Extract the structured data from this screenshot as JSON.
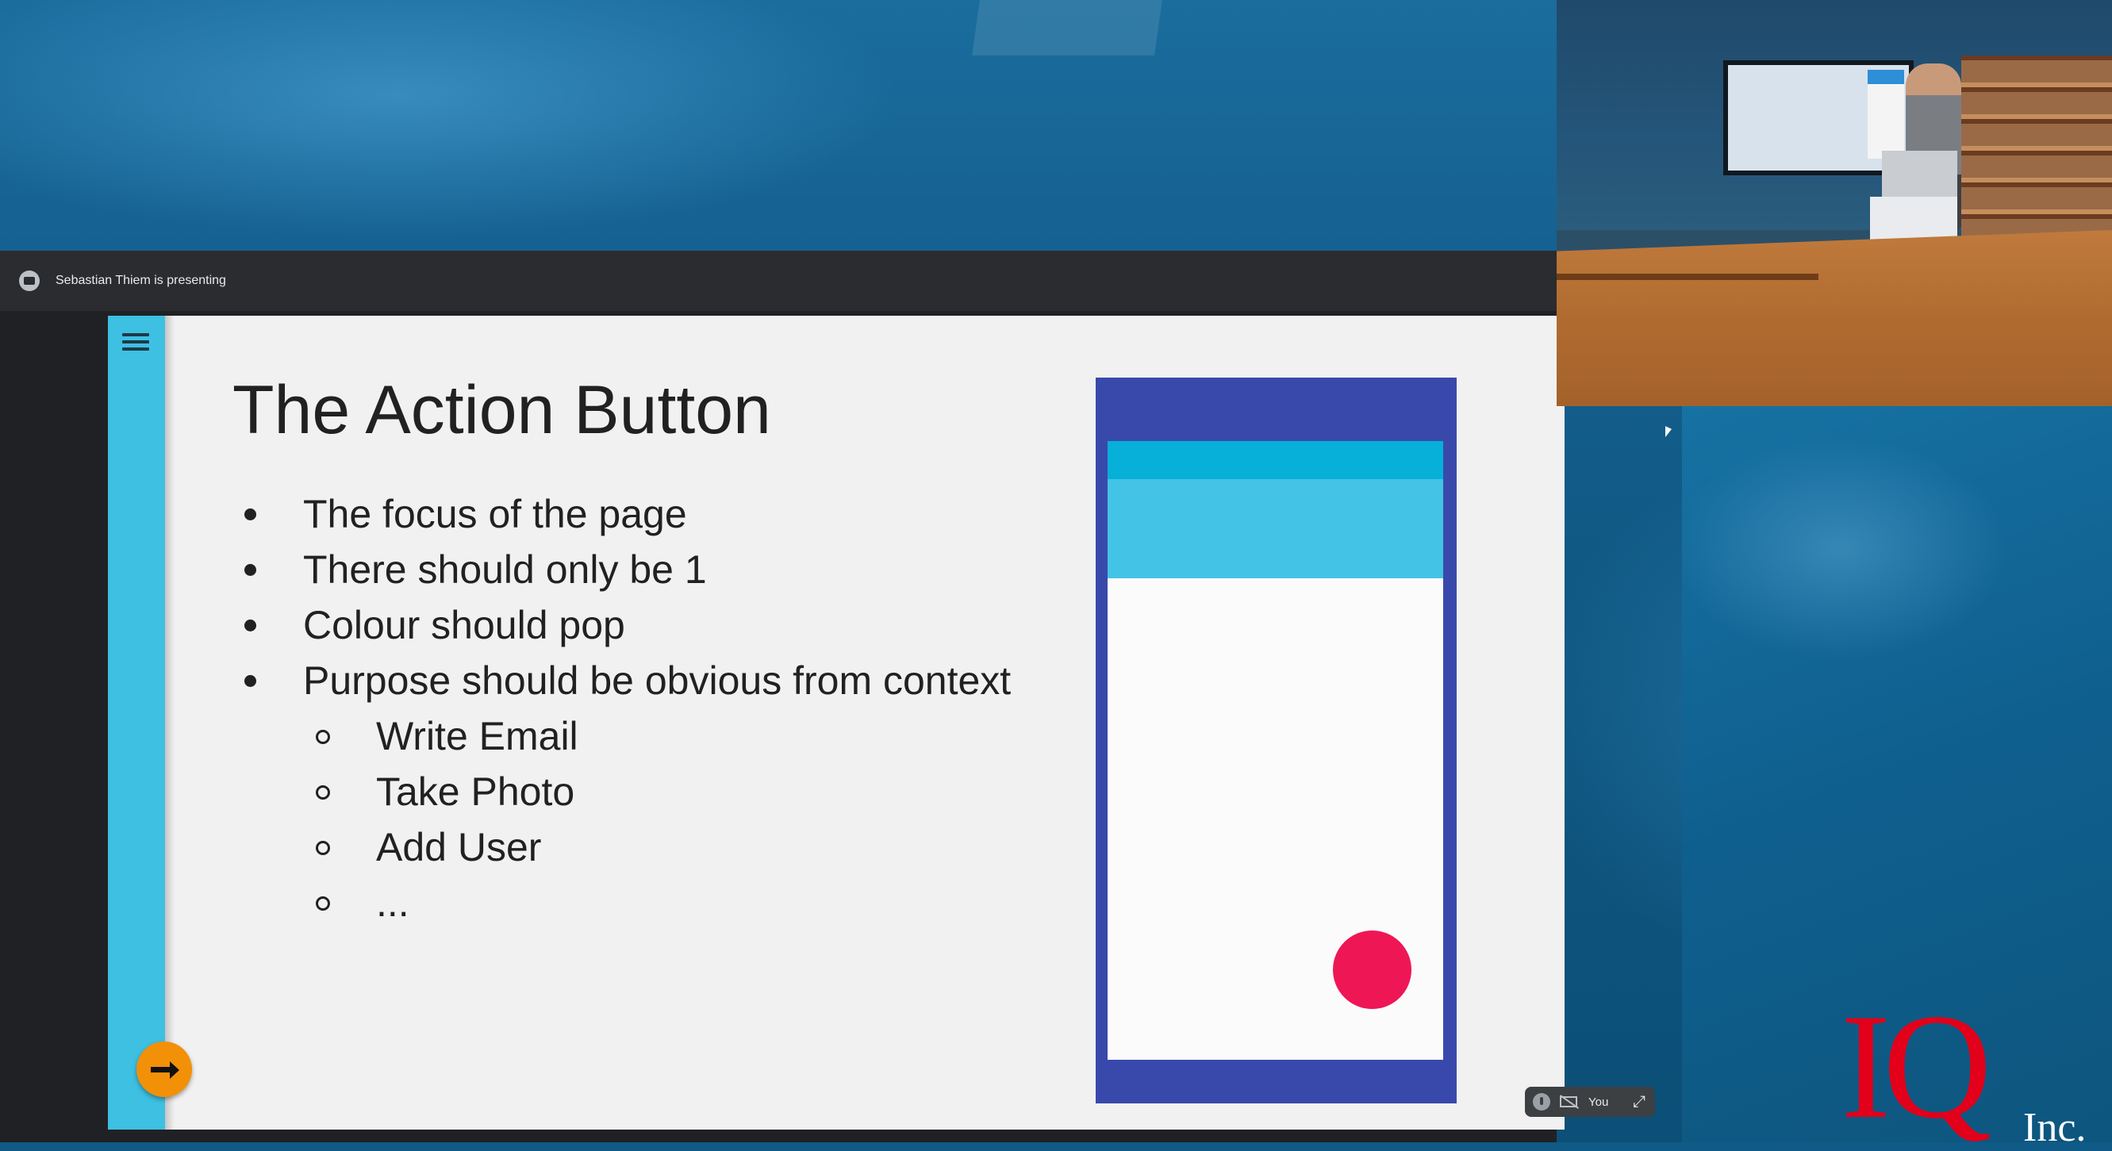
{
  "meeting": {
    "presenting_banner": "Sebastian Thiem is presenting",
    "self_view_label": "You",
    "background_logo": {
      "mark": "IQ",
      "suffix": "Inc."
    }
  },
  "slide": {
    "title": "The Action Button",
    "bullets": [
      "The focus of the page",
      "There should only be 1",
      "Colour should pop",
      "Purpose should be obvious from context"
    ],
    "sub_bullets": [
      "Write Email",
      "Take Photo",
      "Add User",
      "..."
    ],
    "colors": {
      "side_bar": "#3ec0e2",
      "phone_frame": "#3949ab",
      "app_bar": "#43c3e6",
      "status_bar": "#06b0d9",
      "action_button": "#ef1655",
      "next_button": "#f29008"
    }
  },
  "icons": {
    "presenter": "presentation-icon",
    "menu": "hamburger-menu-icon",
    "next": "arrow-right-icon",
    "mic": "microphone-icon",
    "camera": "camera-off-icon",
    "expand": "expand-icon",
    "cursor": "mouse-pointer-icon"
  }
}
